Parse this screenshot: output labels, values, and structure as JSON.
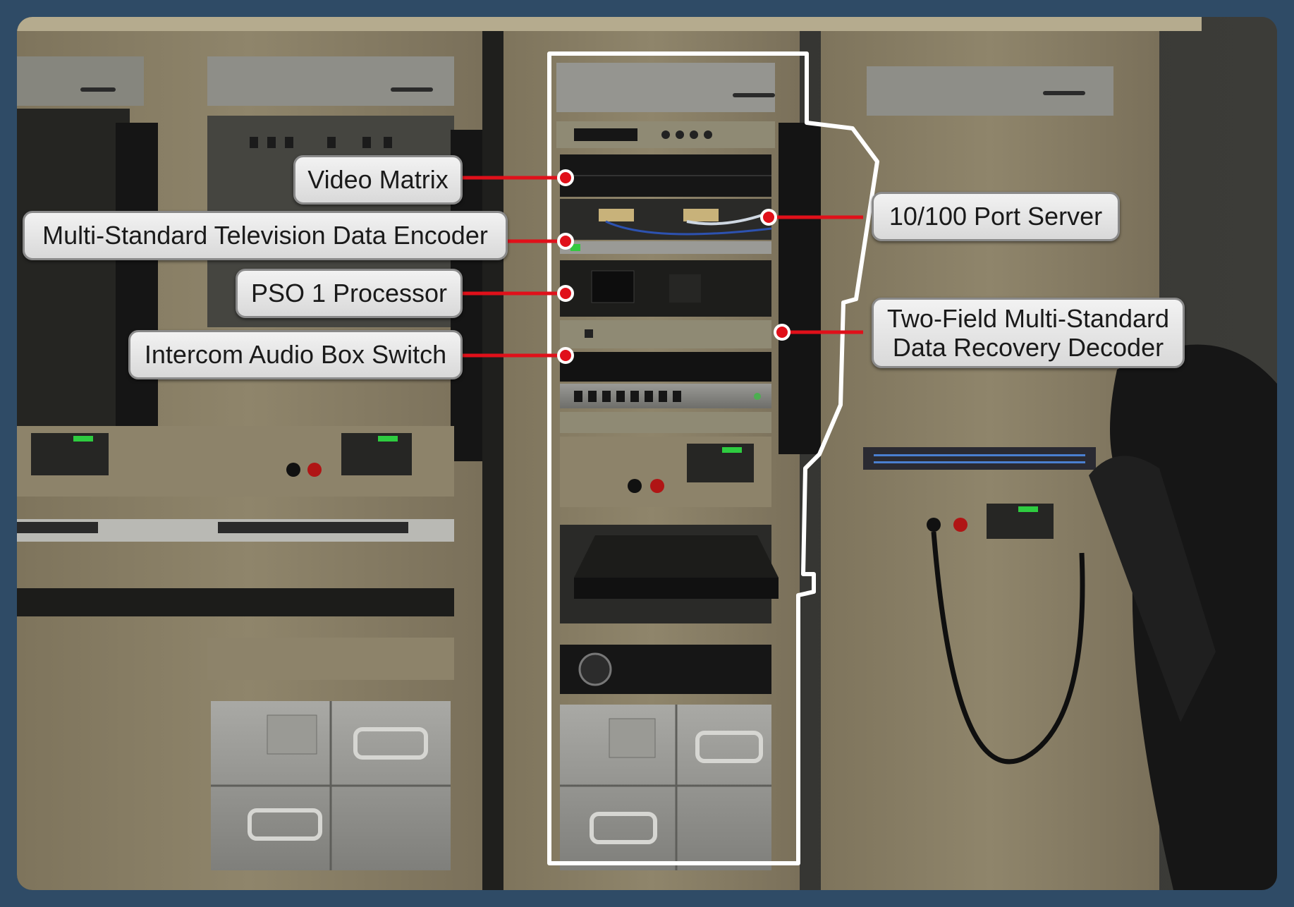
{
  "callouts": {
    "video_matrix": "Video Matrix",
    "tv_data_encoder": "Multi-Standard Television Data Encoder",
    "pso_processor": "PSO 1 Processor",
    "intercom_switch": "Intercom Audio Box Switch",
    "port_server": "10/100 Port Server",
    "decoder_line1": "Two-Field Multi-Standard",
    "decoder_line2": "Data Recovery Decoder"
  },
  "colors": {
    "background": "#2f4b66",
    "cabinet": "#8a7f66",
    "leader_line": "#e0101a",
    "highlight_outline": "#ffffff",
    "label_fill": "#e6e6e6"
  }
}
